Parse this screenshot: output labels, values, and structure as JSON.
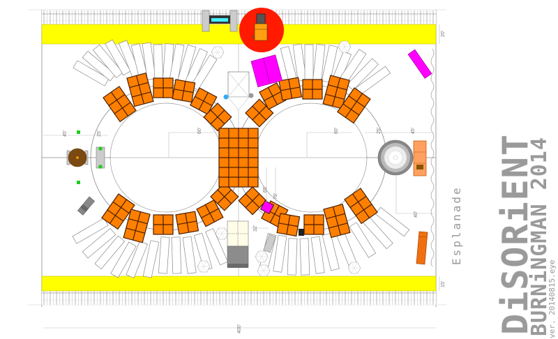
{
  "title": {
    "main": "DiSORiENT",
    "sub": "BURNiNGMAN 2014",
    "version": "ver. 20140815.eye"
  },
  "labels": {
    "esplanade": "Esplanade"
  },
  "dimensions": {
    "top_road": "20'",
    "bottom_road": "15'",
    "total_width": "400'",
    "left_outer": "45'",
    "left_inner": "25'",
    "right_outer": "45'",
    "right_inner": "25'",
    "left_ring": "60'",
    "right_ring": "60'",
    "center_a": "65'",
    "center_b": "75'",
    "bottom_gap": "32'",
    "right_low": "40'"
  },
  "colors": {
    "road": "#ffff00",
    "platform": "#ff8000",
    "platform_grid": "#4a1e00",
    "accent_magenta": "#ff00ff",
    "fire_circle": "#ff0000",
    "dome_brown": "#7b4a12",
    "green_marker": "#22cc22",
    "blue_marker": "#33aaee",
    "gray_marker": "#999999",
    "outline": "#888888"
  },
  "elements": [
    {
      "name": "main-stage",
      "type": "platform-grid"
    },
    {
      "name": "fire-art",
      "type": "circle"
    },
    {
      "name": "sound-dome",
      "type": "circle"
    },
    {
      "name": "entry-dome",
      "type": "circle"
    },
    {
      "name": "shade-structure",
      "type": "rect"
    }
  ]
}
